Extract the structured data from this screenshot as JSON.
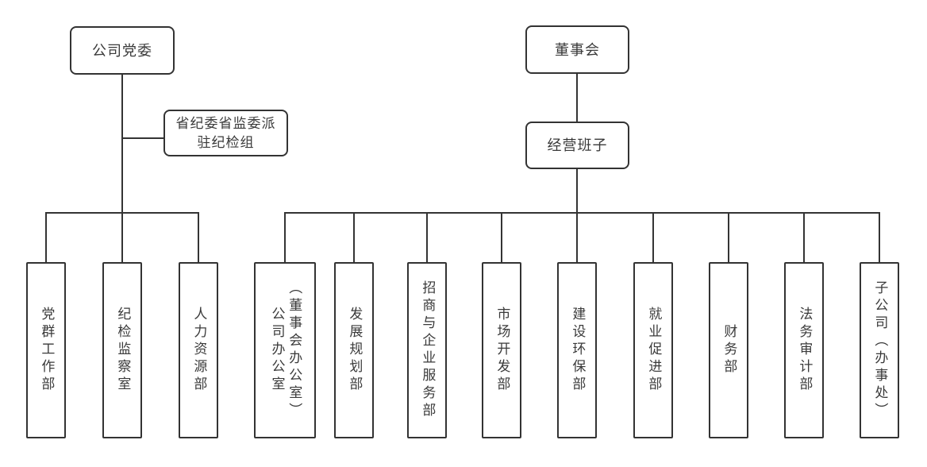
{
  "diagram": {
    "title": "company-organization-chart",
    "colors": {
      "background": "#ffffff",
      "line": "#343434",
      "border": "#333333",
      "text": "#3a3a3a"
    },
    "nodes": {
      "party_committee": {
        "label": "公司党委"
      },
      "discipline_group": {
        "label": "省纪委省监委派驻纪检组",
        "lines": [
          "省纪委省监委派",
          "驻纪检组"
        ]
      },
      "board": {
        "label": "董事会"
      },
      "management": {
        "label": "经营班子"
      }
    },
    "party_branches": [
      {
        "label": "党群工作部"
      },
      {
        "label": "纪检监察室"
      },
      {
        "label": "人力资源部"
      }
    ],
    "management_branches": [
      {
        "label": "公司办公室（董事会办公室）",
        "lines": [
          "公司办公室",
          "（董事会办公室）"
        ]
      },
      {
        "label": "发展规划部"
      },
      {
        "label": "招商与企业服务部"
      },
      {
        "label": "市场开发部"
      },
      {
        "label": "建设环保部"
      },
      {
        "label": "就业促进部"
      },
      {
        "label": "财务部"
      },
      {
        "label": "法务审计部"
      },
      {
        "label": "子公司（办事处）"
      }
    ]
  }
}
